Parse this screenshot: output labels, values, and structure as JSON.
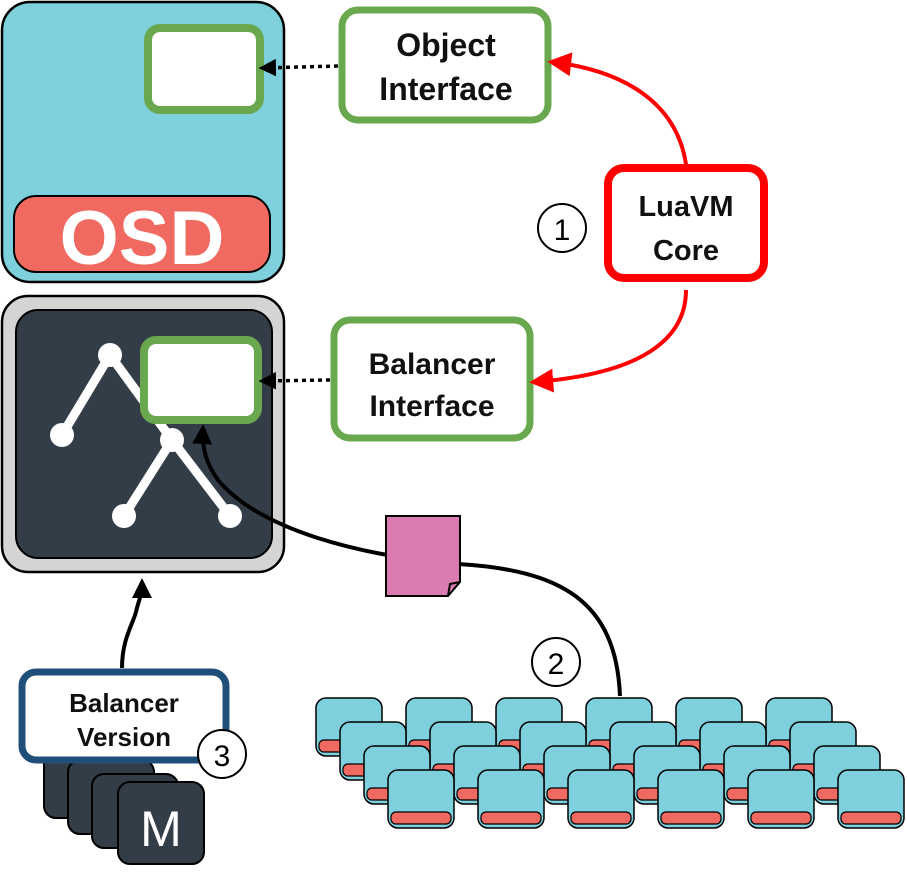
{
  "object_interface": {
    "line1": "Object",
    "line2": "Interface"
  },
  "balancer_interface": {
    "line1": "Balancer",
    "line2": "Interface"
  },
  "luavm_core": {
    "line1": "LuaVM",
    "line2": "Core"
  },
  "osd": {
    "label": "OSD"
  },
  "balancer_version": {
    "line1": "Balancer",
    "line2": "Version"
  },
  "monitor": {
    "label": "M"
  },
  "steps": [
    "1",
    "2",
    "3"
  ],
  "colors": {
    "osd_fill": "#7ed0dc",
    "osd_band": "#f06a62",
    "interface_border": "#6aa84f",
    "core_border": "#ff0000",
    "balancer_dark": "#333d48",
    "balancer_frame": "#d4d4d4",
    "object_doc": "#db7cb0",
    "version_border": "#1f4e79"
  }
}
